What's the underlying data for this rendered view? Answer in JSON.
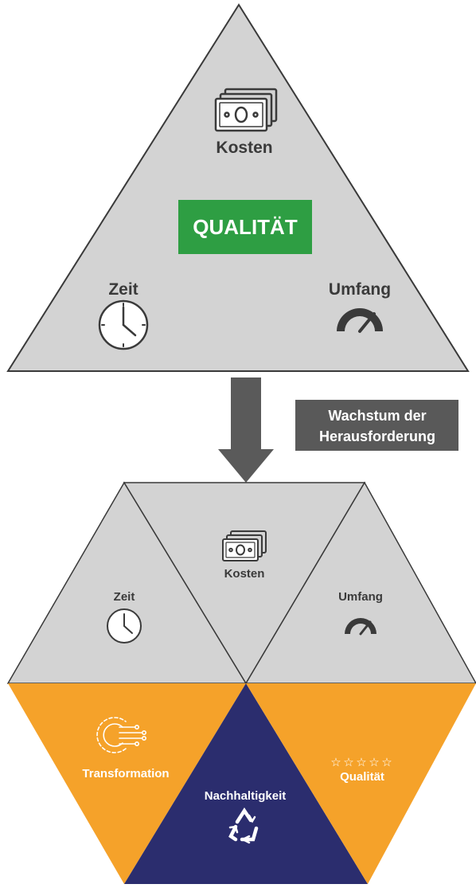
{
  "top_triangle": {
    "cost_label": "Kosten",
    "center_badge": "QUALITÄT",
    "time_label": "Zeit",
    "scope_label": "Umfang",
    "cost_icon": "banknotes-icon",
    "time_icon": "clock-icon",
    "scope_icon": "gauge-icon"
  },
  "transition": {
    "arrow_icon": "down-arrow-icon",
    "label_line1": "Wachstum der",
    "label_line2": "Herausforderung"
  },
  "hexagon": {
    "cost_label": "Kosten",
    "time_label": "Zeit",
    "scope_label": "Umfang",
    "transformation_label": "Transformation",
    "sustainability_label": "Nachhaltigkeit",
    "quality_label": "Qualität",
    "transformation_icon": "gear-circuit-icon",
    "sustainability_icon": "recycle-icon",
    "quality_icon": "stars-icon"
  },
  "colors": {
    "triangle_fill": "#d3d3d3",
    "triangle_stroke": "#3a3a3a",
    "badge_green": "#2e9e43",
    "arrow_gray": "#5a5a5a",
    "label_box_gray": "#595959",
    "orange": "#f5a22a",
    "navy": "#2b2d6e",
    "text_dark": "#3a3a3a",
    "white": "#ffffff"
  }
}
